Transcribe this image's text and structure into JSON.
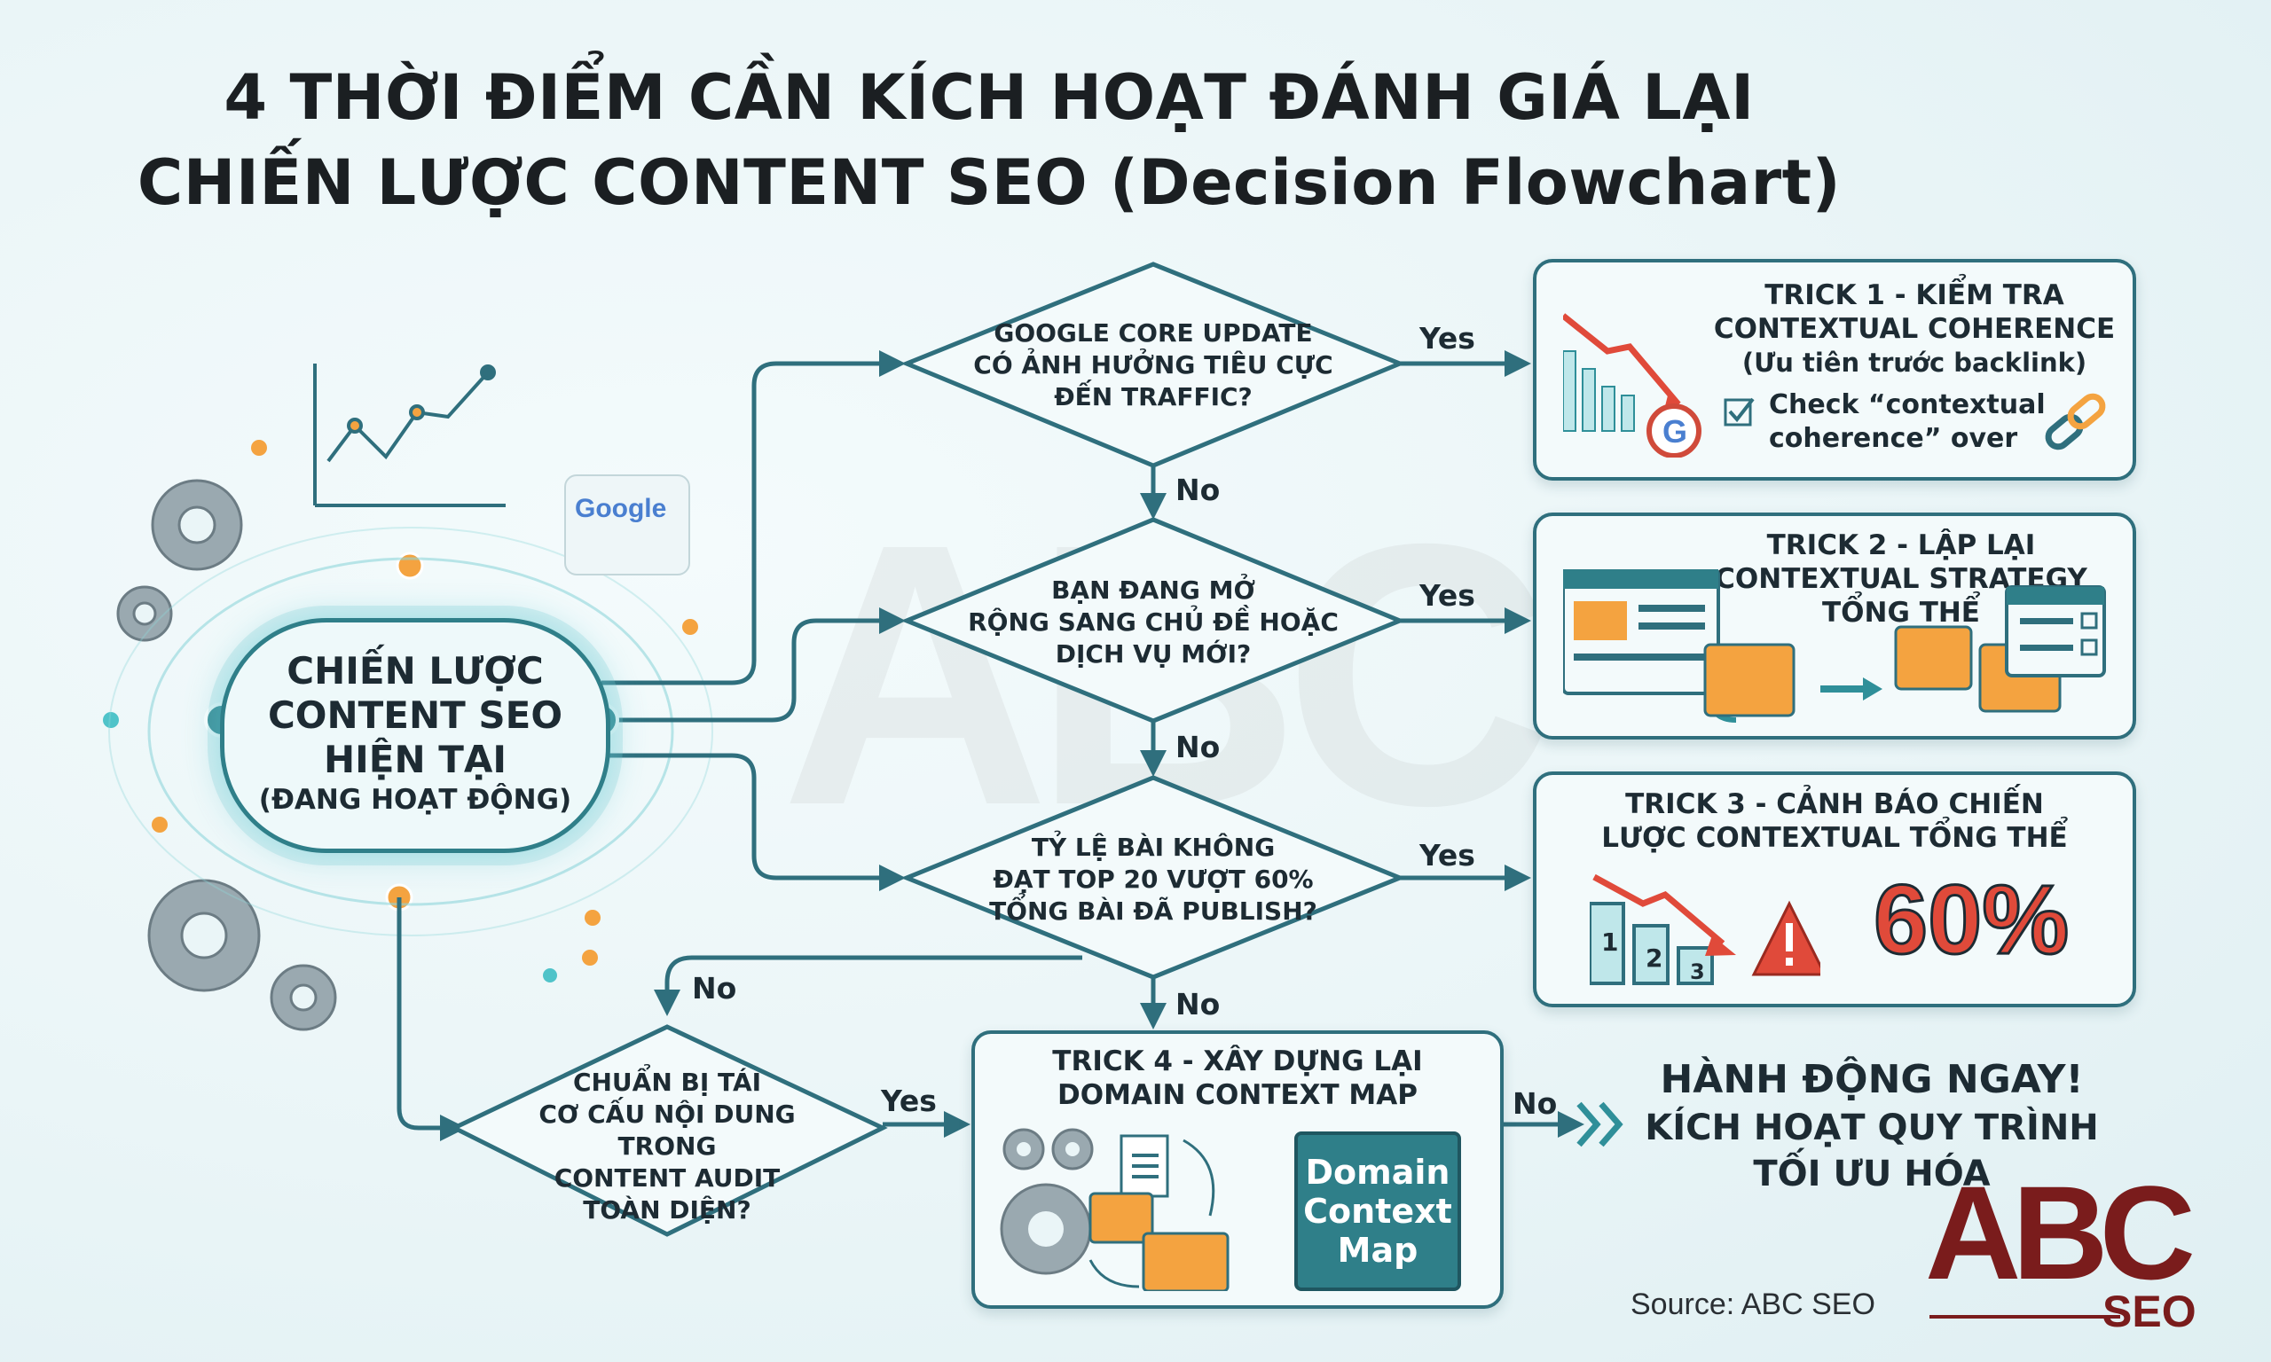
{
  "title": {
    "line1": "4 THỜI ĐIỂM CẦN KÍCH HOẠT ĐÁNH GIÁ LẠI",
    "line2": "CHIẾN LƯỢC CONTENT SEO (Decision Flowchart)"
  },
  "watermark": "ABC",
  "start_node": {
    "title": [
      "CHIẾN LƯỢC",
      "CONTENT SEO",
      "HIỆN TẠI"
    ],
    "subtitle": "(ĐANG HOẠT ĐỘNG)"
  },
  "google_badge": "Google",
  "decisions": [
    {
      "lines": [
        "GOOGLE CORE UPDATE",
        "CÓ ẢNH HƯỞNG TIÊU CỰC",
        "ĐẾN TRAFFIC?"
      ]
    },
    {
      "lines": [
        "BẠN ĐANG MỞ",
        "RỘNG SANG CHỦ ĐỀ HOẶC",
        "DỊCH VỤ MỚI?"
      ]
    },
    {
      "lines": [
        "TỶ LỆ BÀI KHÔNG",
        "ĐẠT TOP 20 VƯỢT 60%",
        "TỔNG BÀI ĐÃ PUBLISH?"
      ]
    },
    {
      "lines": [
        "CHUẨN BỊ TÁI",
        "CƠ CẤU NỘI DUNG TRONG",
        "CONTENT AUDIT",
        "TOÀN DIỆN?"
      ]
    }
  ],
  "edge_labels": {
    "yes": "Yes",
    "no": "No"
  },
  "tricks": [
    {
      "title": [
        "TRICK 1 - KIỂM TRA",
        "CONTEXTUAL COHERENCE",
        "(Ưu tiên trước backlink)"
      ],
      "check": [
        "Check “contextual",
        "coherence” over"
      ]
    },
    {
      "title": [
        "TRICK 2 - LẬP LẠI",
        "CONTEXTUAL STRATEGY",
        "TỔNG THỂ"
      ]
    },
    {
      "title": [
        "TRICK 3 - CẢNH BÁO CHIẾN",
        "LƯỢC CONTEXTUAL TỔNG THỂ"
      ],
      "bars": [
        "1",
        "2",
        "3"
      ],
      "percent": "60%"
    },
    {
      "title": [
        "TRICK 4 - XÂY DỰNG LẠI",
        "DOMAIN CONTEXT MAP"
      ],
      "map_label": [
        "Domain",
        "Context",
        "Map"
      ]
    }
  ],
  "final_action": {
    "line1": "HÀNH ĐỘNG NGAY!",
    "line2": "KÍCH HOẠT QUY TRÌNH",
    "line3": "TỐI ƯU HÓA"
  },
  "source": "Source: ABC SEO",
  "logo": {
    "main": "ABC",
    "sub": "SEO"
  },
  "colors": {
    "teal": "#2f6f7d",
    "accent_orange": "#f4a340",
    "alert_red": "#e04a3a",
    "brand": "#7a1c1c"
  }
}
